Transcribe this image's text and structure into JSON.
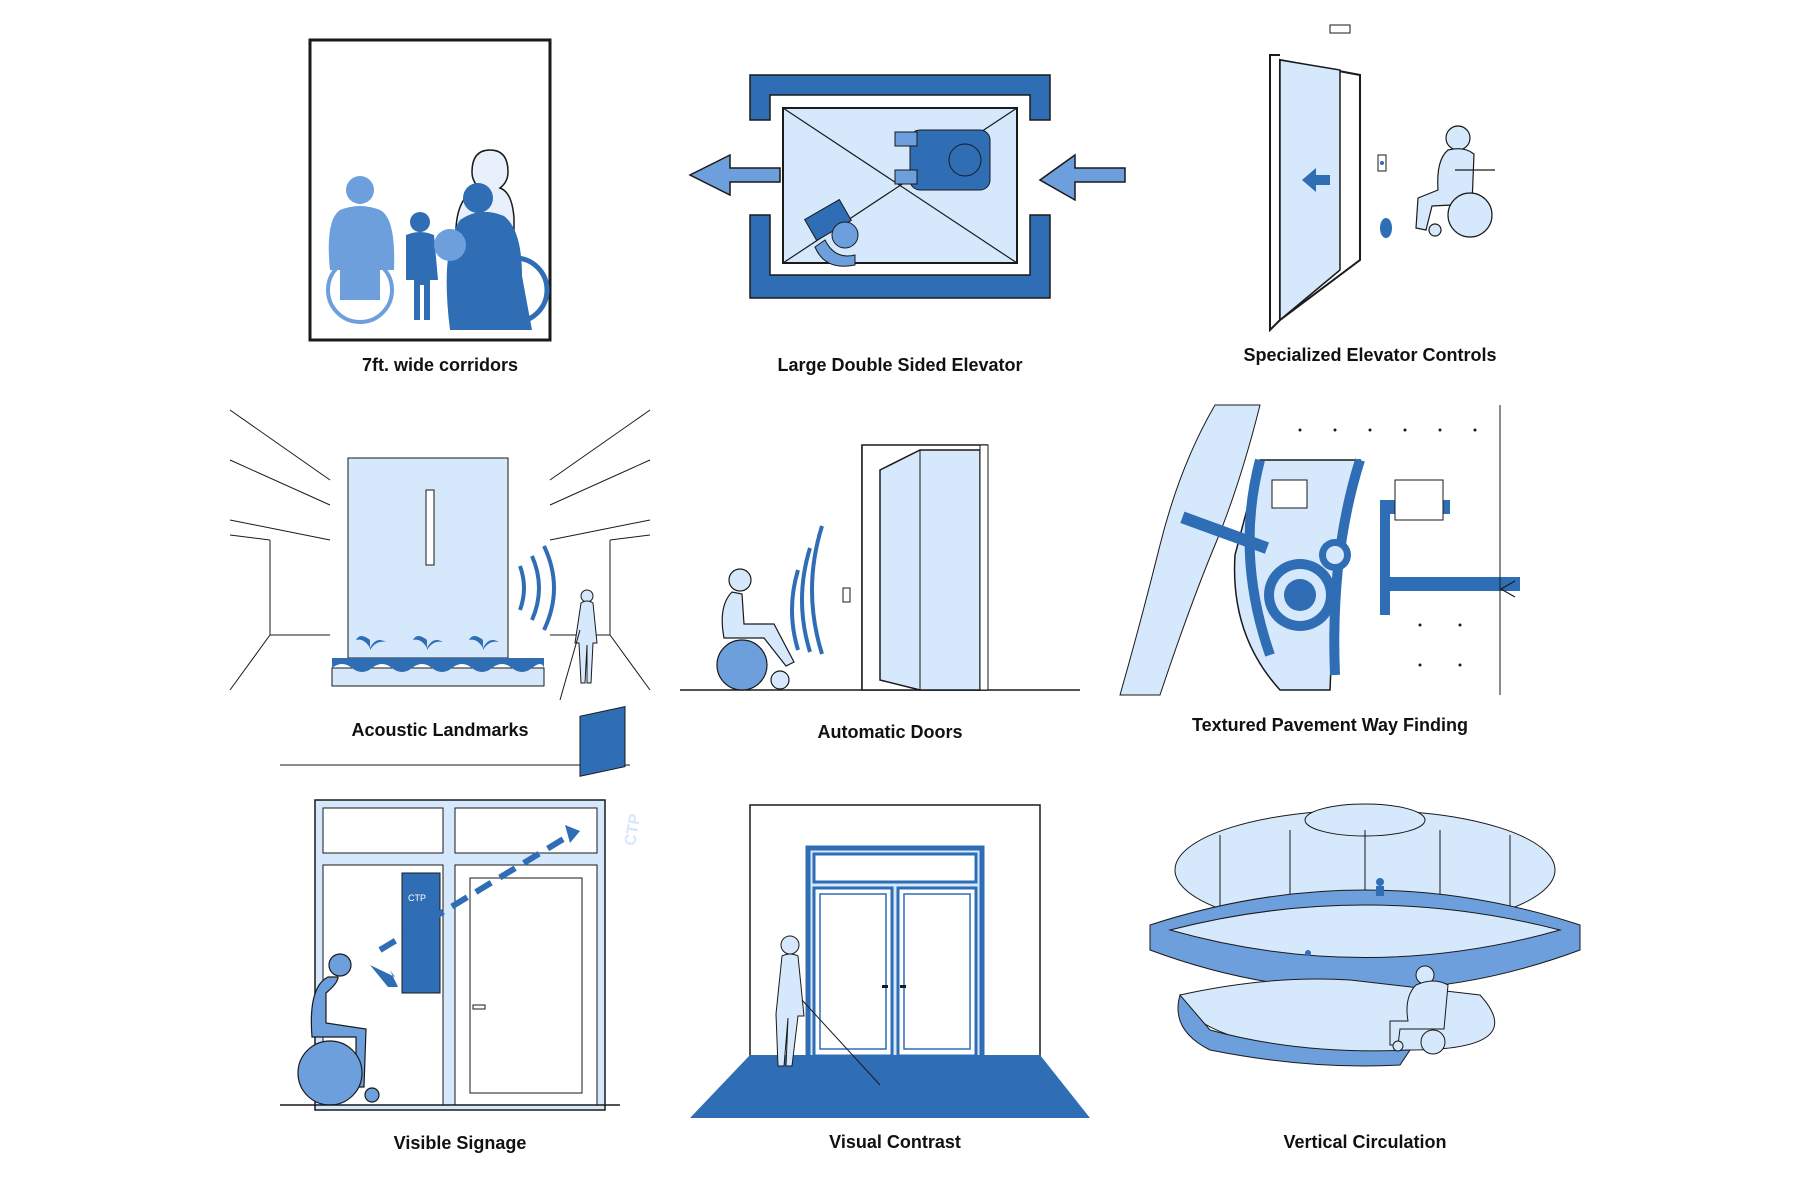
{
  "panels": [
    {
      "label": "7ft. wide corridors"
    },
    {
      "label": "Large Double Sided Elevator"
    },
    {
      "label": "Specialized Elevator Controls"
    },
    {
      "label": "Acoustic Landmarks"
    },
    {
      "label": "Automatic Doors"
    },
    {
      "label": "Textured Pavement Way Finding"
    },
    {
      "label": "Visible Signage"
    },
    {
      "label": "Visual Contrast"
    },
    {
      "label": "Vertical Circulation"
    }
  ],
  "signage": {
    "sign_text": "CTP",
    "poster_title": "CTP"
  },
  "colors": {
    "light_blue": "#d6e8fb",
    "mid_blue": "#6d9fdc",
    "dark_blue": "#2f6db5",
    "line": "#1a1a1a"
  },
  "icons": [
    "wheelchair-user-icon",
    "person-with-cane-icon",
    "arrow-left-icon",
    "sound-wave-icon",
    "door-icon"
  ]
}
